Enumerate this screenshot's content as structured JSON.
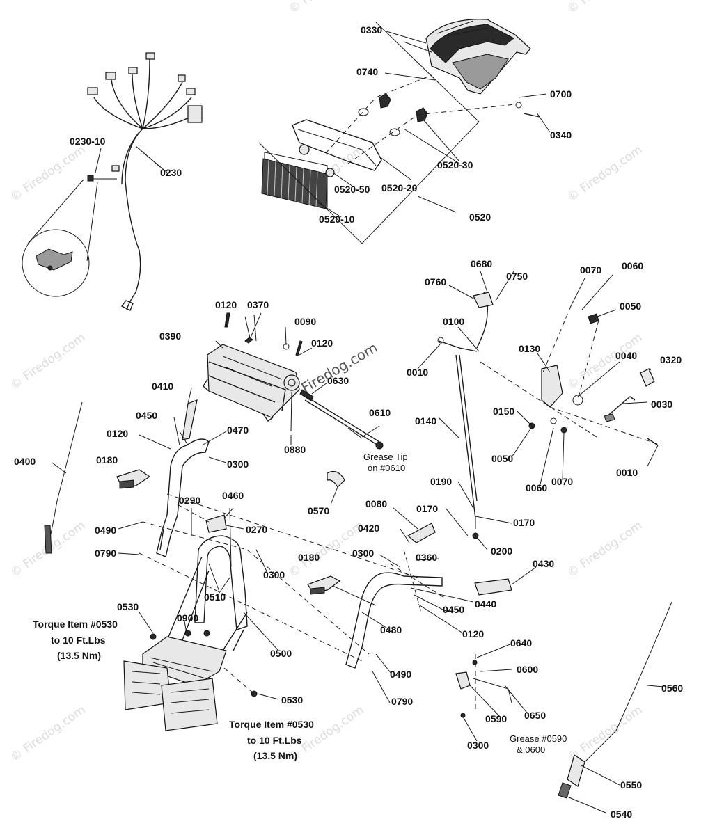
{
  "watermark": "© Firedog.com",
  "center_watermark": "Firedog.com",
  "labels": {
    "p0330": "0330",
    "p0740": "0740",
    "p0700": "0700",
    "p0340": "0340",
    "p0520_30": "0520-30",
    "p0520_20": "0520-20",
    "p0520_50": "0520-50",
    "p0520_10": "0520-10",
    "p0520": "0520",
    "p0230_10": "0230-10",
    "p0230": "0230",
    "p0680": "0680",
    "p0760": "0760",
    "p0750": "0750",
    "p0070a": "0070",
    "p0060a": "0060",
    "p0050a": "0050",
    "p0100": "0100",
    "p0130": "0130",
    "p0010a": "0010",
    "p0040": "0040",
    "p0320": "0320",
    "p0030": "0030",
    "p0150": "0150",
    "p0140": "0140",
    "p0050b": "0050",
    "p0060b": "0060",
    "p0070b": "0070",
    "p0010b": "0010",
    "p0120a": "0120",
    "p0370": "0370",
    "p0090": "0090",
    "p0390": "0390",
    "p0120b": "0120",
    "p0630": "0630",
    "p0410": "0410",
    "p0610": "0610",
    "p0450a": "0450",
    "p0470": "0470",
    "p0880": "0880",
    "p0120c": "0120",
    "p0300a": "0300",
    "p0400": "0400",
    "p0180a": "0180",
    "p0570": "0570",
    "p0190": "0190",
    "p0290": "0290",
    "p0460": "0460",
    "p0080": "0080",
    "p0170a": "0170",
    "p0170b": "0170",
    "p0490a": "0490",
    "p0270": "0270",
    "p0420": "0420",
    "p0200": "0200",
    "p0790a": "0790",
    "p0300b": "0300",
    "p0180b": "0180",
    "p0360": "0360",
    "p0300c": "0300",
    "p0430": "0430",
    "p0510": "0510",
    "p0440": "0440",
    "p0450b": "0450",
    "p0530a": "0530",
    "p0900": "0900",
    "p0480": "0480",
    "p0120d": "0120",
    "p0500": "0500",
    "p0640": "0640",
    "p0600": "0600",
    "p0560": "0560",
    "p0490b": "0490",
    "p0530b": "0530",
    "p0790b": "0790",
    "p0590": "0590",
    "p0650": "0650",
    "p0300d": "0300",
    "p0550": "0550",
    "p0540": "0540"
  },
  "notes": {
    "grease_tip_1": "Grease Tip",
    "grease_tip_2": "on #0610",
    "grease_590_1": "Grease #0590",
    "grease_590_2": "& 0600",
    "torque_a_1": "Torque Item #0530",
    "torque_a_2": "to 10 Ft.Lbs",
    "torque_a_3": "(13.5 Nm)",
    "torque_b_1": "Torque Item #0530",
    "torque_b_2": "to 10 Ft.Lbs",
    "torque_b_3": "(13.5 Nm)"
  }
}
